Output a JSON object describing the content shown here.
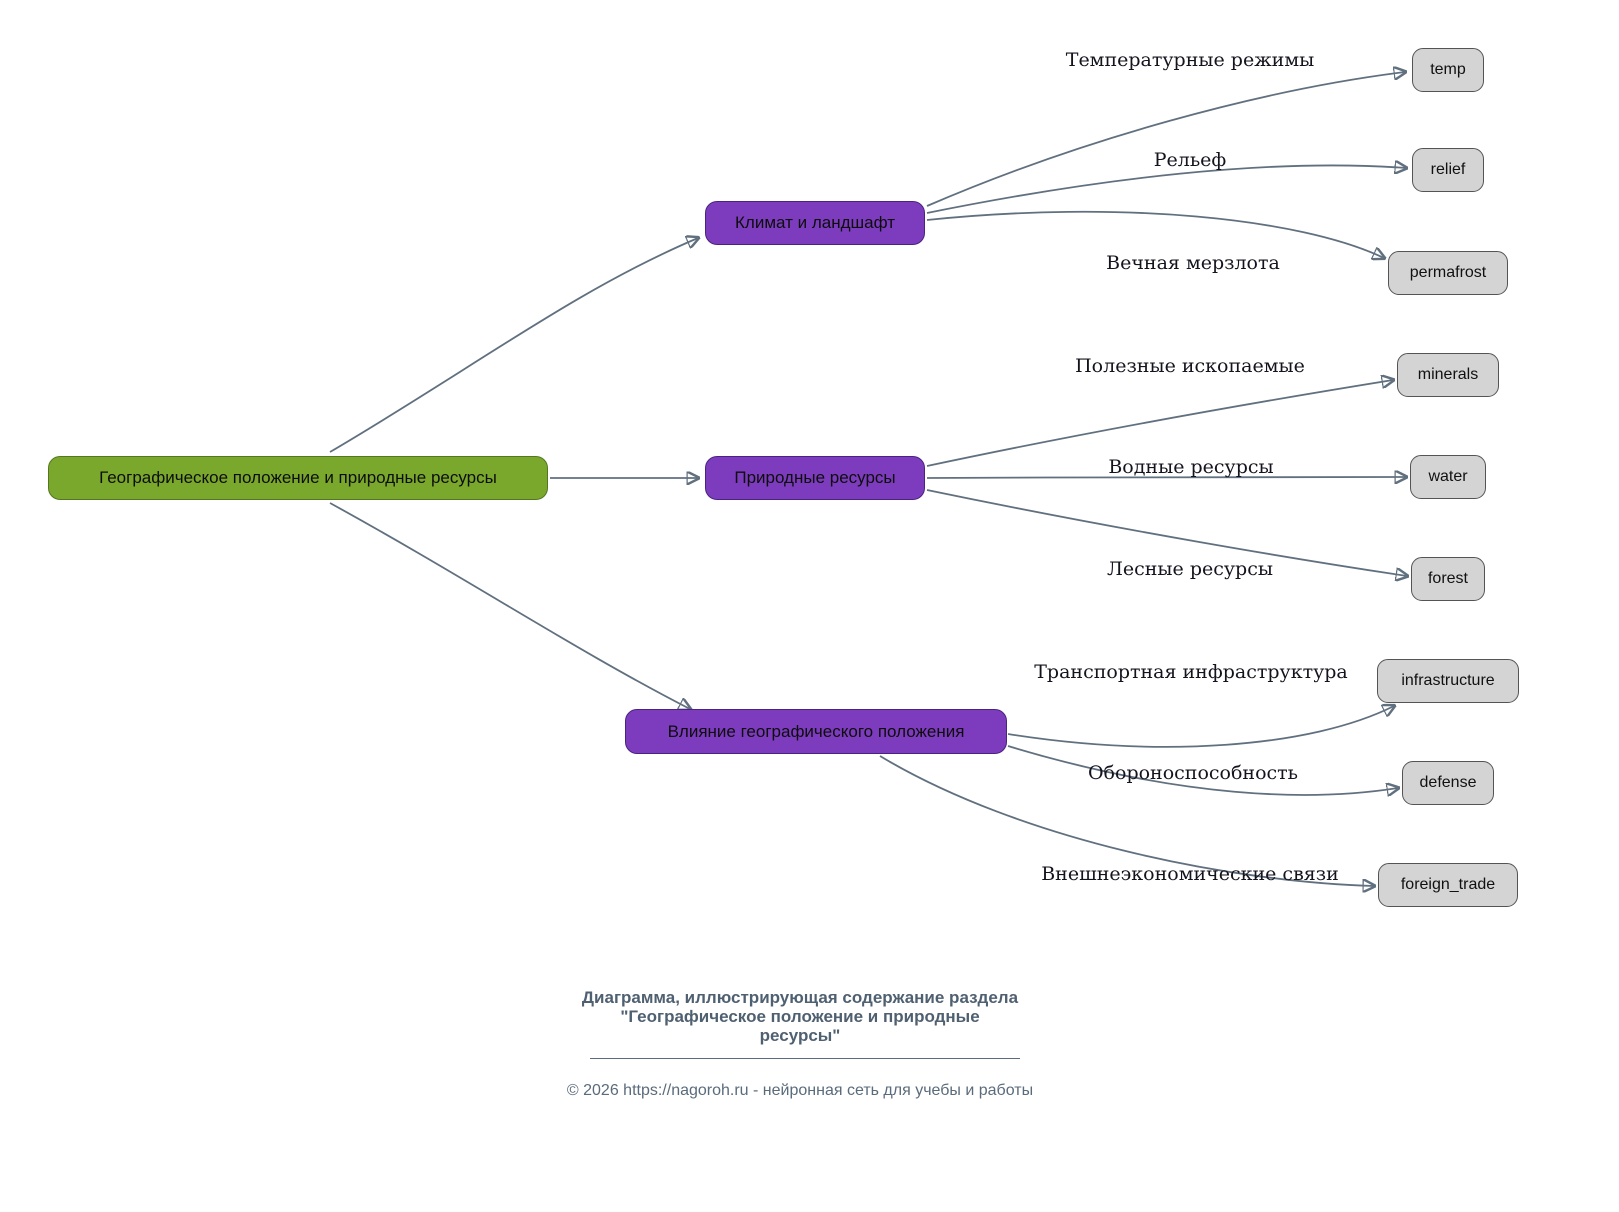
{
  "root": {
    "label": "Географическое положение и природные ресурсы"
  },
  "branches": [
    {
      "label": "Климат и ландшафт",
      "children": [
        {
          "edge_label": "Температурные режимы",
          "label": "temp"
        },
        {
          "edge_label": "Рельеф",
          "label": "relief"
        },
        {
          "edge_label": "Вечная мерзлота",
          "label": "permafrost"
        }
      ]
    },
    {
      "label": "Природные ресурсы",
      "children": [
        {
          "edge_label": "Полезные ископаемые",
          "label": "minerals"
        },
        {
          "edge_label": "Водные ресурсы",
          "label": "water"
        },
        {
          "edge_label": "Лесные ресурсы",
          "label": "forest"
        }
      ]
    },
    {
      "label": "Влияние географического положения",
      "children": [
        {
          "edge_label": "Транспортная инфраструктура",
          "label": "infrastructure"
        },
        {
          "edge_label": "Обороноспособность",
          "label": "defense"
        },
        {
          "edge_label": "Внешнеэкономические связи",
          "label": "foreign_trade"
        }
      ]
    }
  ],
  "footer": {
    "caption_line1": "Диаграмма, иллюстрирующая содержание раздела",
    "caption_line2": "\"Географическое положение и природные",
    "caption_line3": "ресурсы\"",
    "copyright": "© 2026 https://nagoroh.ru - нейронная сеть для учебы и работы"
  },
  "colors": {
    "root_fill": "#79a82d",
    "root_border": "#55761f",
    "branch_fill": "#7d3cbd",
    "branch_border": "#4a2380",
    "leaf_fill": "#d4d4d4",
    "leaf_border": "#545454",
    "edge_stroke": "#61707f",
    "footer_text": "#5a6b7c"
  }
}
